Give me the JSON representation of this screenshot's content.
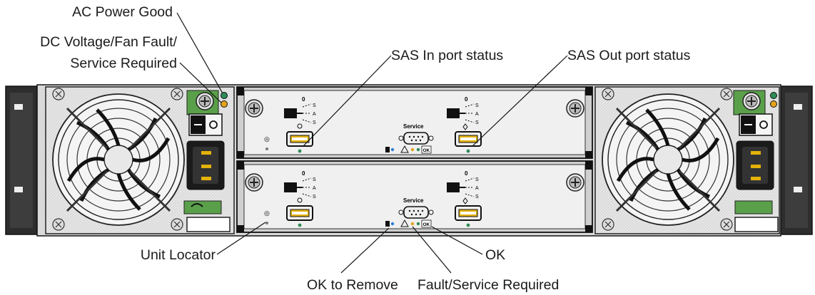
{
  "labels": {
    "ac_power_good": "AC Power Good",
    "dc_fault_line1": "DC Voltage/Fan Fault/",
    "dc_fault_line2": "Service Required",
    "sas_in": "SAS In port status",
    "sas_out": "SAS Out port status",
    "unit_locator": "Unit Locator",
    "ok_to_remove": "OK to Remove",
    "fault_service": "Fault/Service Required",
    "ok": "OK"
  },
  "module": {
    "service_label": "Service",
    "port_id": "0",
    "sas_letters": [
      "S",
      "A",
      "S"
    ],
    "ok_tag": "OK"
  },
  "colors": {
    "led_green": "#2e8b57",
    "led_amber": "#e3a21a",
    "led_blue": "#2f7fd8",
    "power_accent": "#5aa04a",
    "iec_inlet": "#e3b20a",
    "chassis": "#d9d9d9"
  }
}
